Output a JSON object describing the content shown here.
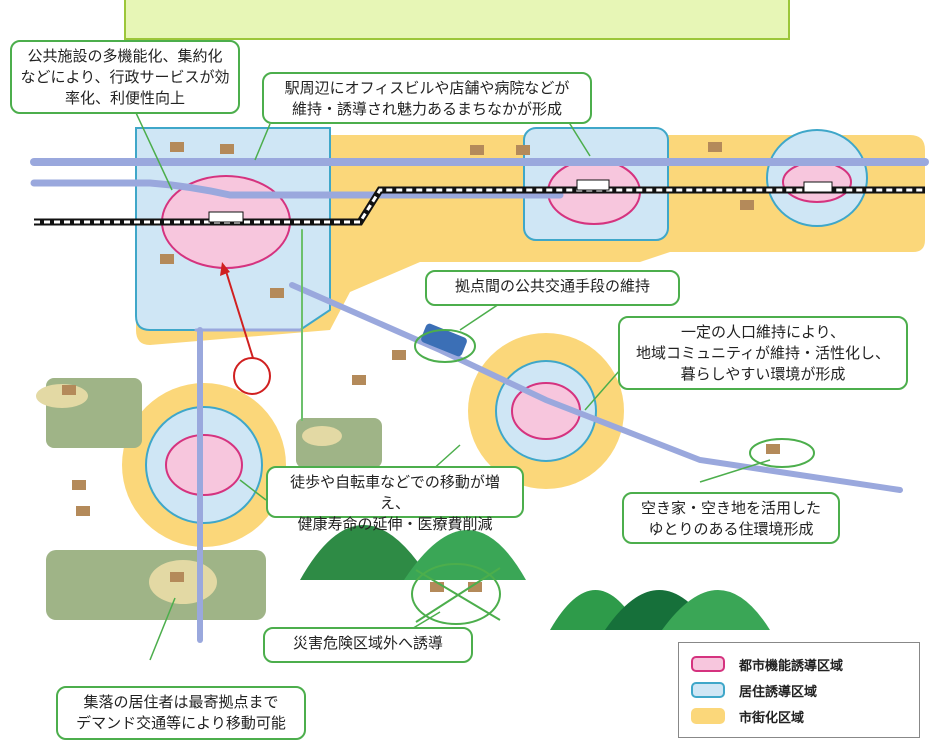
{
  "callouts": {
    "multi_function": "公共施設の多機能化、集約化\nなどにより、行政サービスが効\n率化、利便性向上",
    "station_area": "駅周辺にオフィスビルや店舗や病院などが\n維持・誘導され魅力あるまちなかが形成",
    "transit": "拠点間の公共交通手段の維持",
    "community": "一定の人口維持により、\n地域コミュニティが維持・活性化し、\n暮らしやすい環境が形成",
    "walking": "徒歩や自転車などでの移動が増え、\n健康寿命の延伸・医療費削減",
    "vacant": "空き家・空き地を活用した\nゆとりのある住環境形成",
    "disaster": "災害危険区域外へ誘導",
    "settlement": "集落の居住者は最寄拠点まで\nデマンド交通等により移動可能"
  },
  "legend": [
    {
      "label": "都市機能誘導区域",
      "fill": "#f7c6dd",
      "border": "#d5337f"
    },
    {
      "label": "居住誘導区域",
      "fill": "#cfe6f5",
      "border": "#3fa7c9"
    },
    {
      "label": "市街化区域",
      "fill": "#fbd77a",
      "border": "#fbd77a"
    }
  ],
  "colors": {
    "urban_area": "#fbd77a",
    "residential_zone": "#cfe6f5",
    "function_zone": "#f7c6dd",
    "road": "#9aa8dd",
    "farmland": "#9fb487",
    "mountain": "#2e9b4a",
    "callout_border": "#4cae4c"
  }
}
